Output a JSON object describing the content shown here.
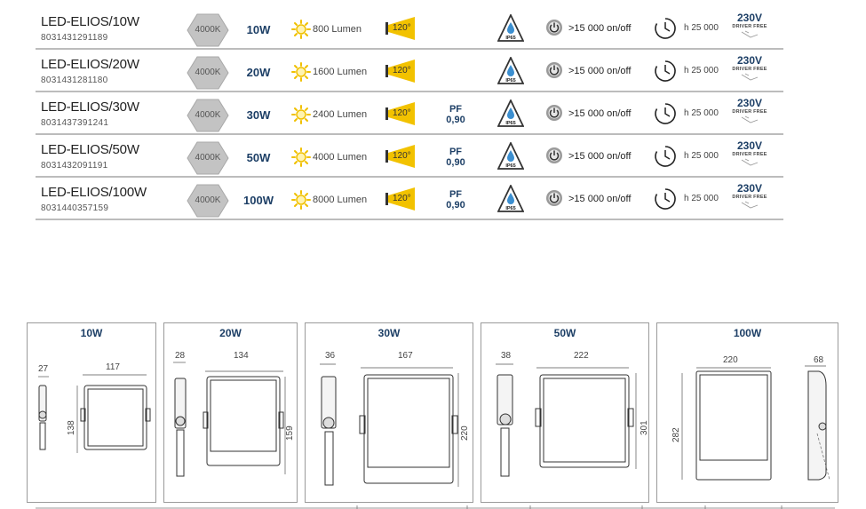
{
  "products": [
    {
      "name": "LED-ELIOS/10W",
      "code": "8031431291189",
      "kelvin": "4000K",
      "watt": "10W",
      "lumen": "800 Lumen",
      "beam": "120°",
      "pf_label": "",
      "pf_value": "",
      "ip": "IP65",
      "cycles": ">15 000 on/off",
      "hours": "h 25 000",
      "voltage": "230V",
      "driver": "DRIVER FREE"
    },
    {
      "name": "LED-ELIOS/20W",
      "code": "8031431281180",
      "kelvin": "4000K",
      "watt": "20W",
      "lumen": "1600 Lumen",
      "beam": "120°",
      "pf_label": "",
      "pf_value": "",
      "ip": "IP65",
      "cycles": ">15 000 on/off",
      "hours": "h 25 000",
      "voltage": "230V",
      "driver": "DRIVER FREE"
    },
    {
      "name": "LED-ELIOS/30W",
      "code": "8031437391241",
      "kelvin": "4000K",
      "watt": "30W",
      "lumen": "2400 Lumen",
      "beam": "120°",
      "pf_label": "PF",
      "pf_value": "0,90",
      "ip": "IP65",
      "cycles": ">15 000 on/off",
      "hours": "h 25 000",
      "voltage": "230V",
      "driver": "DRIVER FREE"
    },
    {
      "name": "LED-ELIOS/50W",
      "code": "8031432091191",
      "kelvin": "4000K",
      "watt": "50W",
      "lumen": "4000 Lumen",
      "beam": "120°",
      "pf_label": "PF",
      "pf_value": "0,90",
      "ip": "IP65",
      "cycles": ">15 000 on/off",
      "hours": "h 25 000",
      "voltage": "230V",
      "driver": "DRIVER FREE"
    },
    {
      "name": "LED-ELIOS/100W",
      "code": "8031440357159",
      "kelvin": "4000K",
      "watt": "100W",
      "lumen": "8000 Lumen",
      "beam": "120°",
      "pf_label": "PF",
      "pf_value": "0,90",
      "ip": "IP65",
      "cycles": ">15 000 on/off",
      "hours": "h 25 000",
      "voltage": "230V",
      "driver": "DRIVER FREE"
    }
  ],
  "drawings": [
    {
      "title": "10W",
      "depth": "27",
      "width": "117",
      "height": "138"
    },
    {
      "title": "20W",
      "depth": "28",
      "width": "134",
      "height": "159"
    },
    {
      "title": "30W",
      "depth": "36",
      "width": "167",
      "height": "220"
    },
    {
      "title": "50W",
      "depth": "38",
      "width": "222",
      "height": "301"
    },
    {
      "title": "100W",
      "depth": "68",
      "width": "220",
      "height": "282"
    }
  ],
  "colors": {
    "accent": "#1d3f66",
    "badge": "#bdbdbd",
    "beam": "#f2c200",
    "sun": "#f0c000",
    "divider": "#bcbcbc"
  },
  "icons": [
    "hexagon-4000k-badge",
    "sun-icon",
    "beam-angle-icon",
    "ip65-drop-icon",
    "power-cycle-icon",
    "clock-icon",
    "driver-free-icon"
  ]
}
